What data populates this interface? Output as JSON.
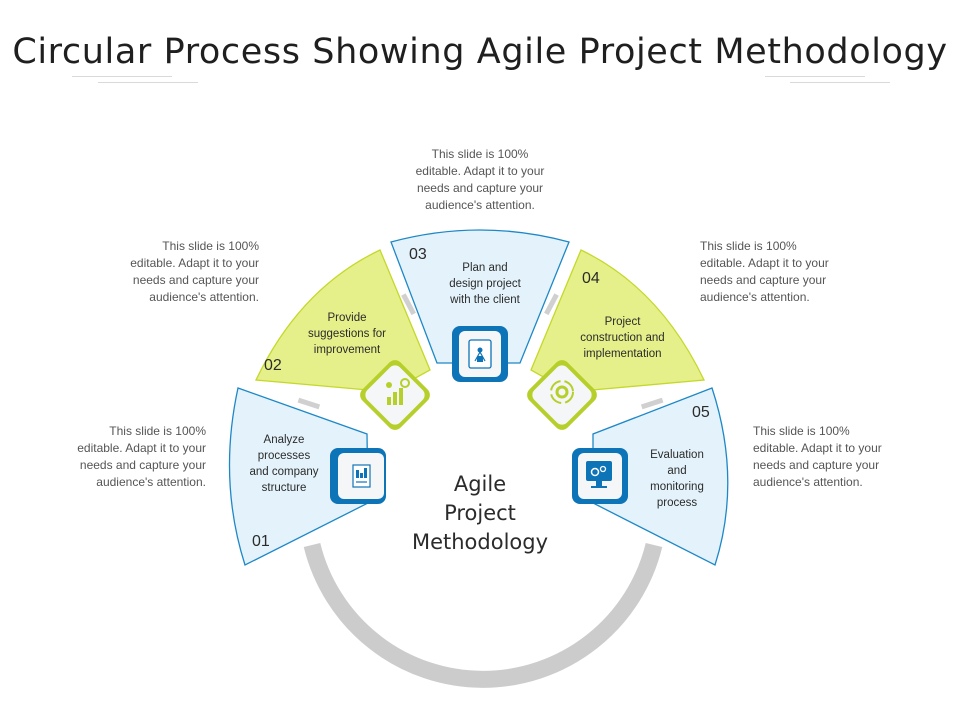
{
  "title": "Circular Process Showing Agile Project Methodology",
  "center_label": [
    "Agile",
    "Project",
    "Methodology"
  ],
  "stages": [
    {
      "number": "01",
      "label": [
        "Analyze",
        "processes",
        "and company",
        "structure"
      ],
      "icon": "report-chart-icon",
      "description": [
        "This slide is 100%",
        "editable. Adapt it to your",
        "needs and capture your",
        "audience's attention."
      ]
    },
    {
      "number": "02",
      "label": [
        "Provide",
        "suggestions for",
        "improvement"
      ],
      "icon": "growth-gear-icon",
      "description": [
        "This slide is 100%",
        "editable. Adapt it to your",
        "needs and capture your",
        "audience's attention."
      ]
    },
    {
      "number": "03",
      "label": [
        "Plan and",
        "design project",
        "with the client"
      ],
      "icon": "project-plan-icon",
      "description": [
        "This slide is 100%",
        "editable. Adapt it to your",
        "needs and capture your",
        "audience's attention."
      ]
    },
    {
      "number": "04",
      "label": [
        "Project",
        "construction  and",
        "implementation"
      ],
      "icon": "cycle-gear-icon",
      "description": [
        "This slide is 100%",
        "editable. Adapt it to your",
        "needs and capture your",
        "audience's attention."
      ]
    },
    {
      "number": "05",
      "label": [
        "Evaluation",
        "and",
        "monitoring",
        "process"
      ],
      "icon": "monitor-gears-icon",
      "description": [
        "This slide is 100%",
        "editable. Adapt it to your",
        "needs and capture your",
        "audience's attention."
      ]
    }
  ],
  "colors": {
    "blue_fill": "#e4f3fb",
    "blue_stroke": "#1e88c7",
    "blue_icon": "#0e74b8",
    "green_fill": "#e6f08a",
    "green_stroke": "#c5d82a",
    "green_icon": "#b7cf2a",
    "ring": "#cccccc"
  }
}
